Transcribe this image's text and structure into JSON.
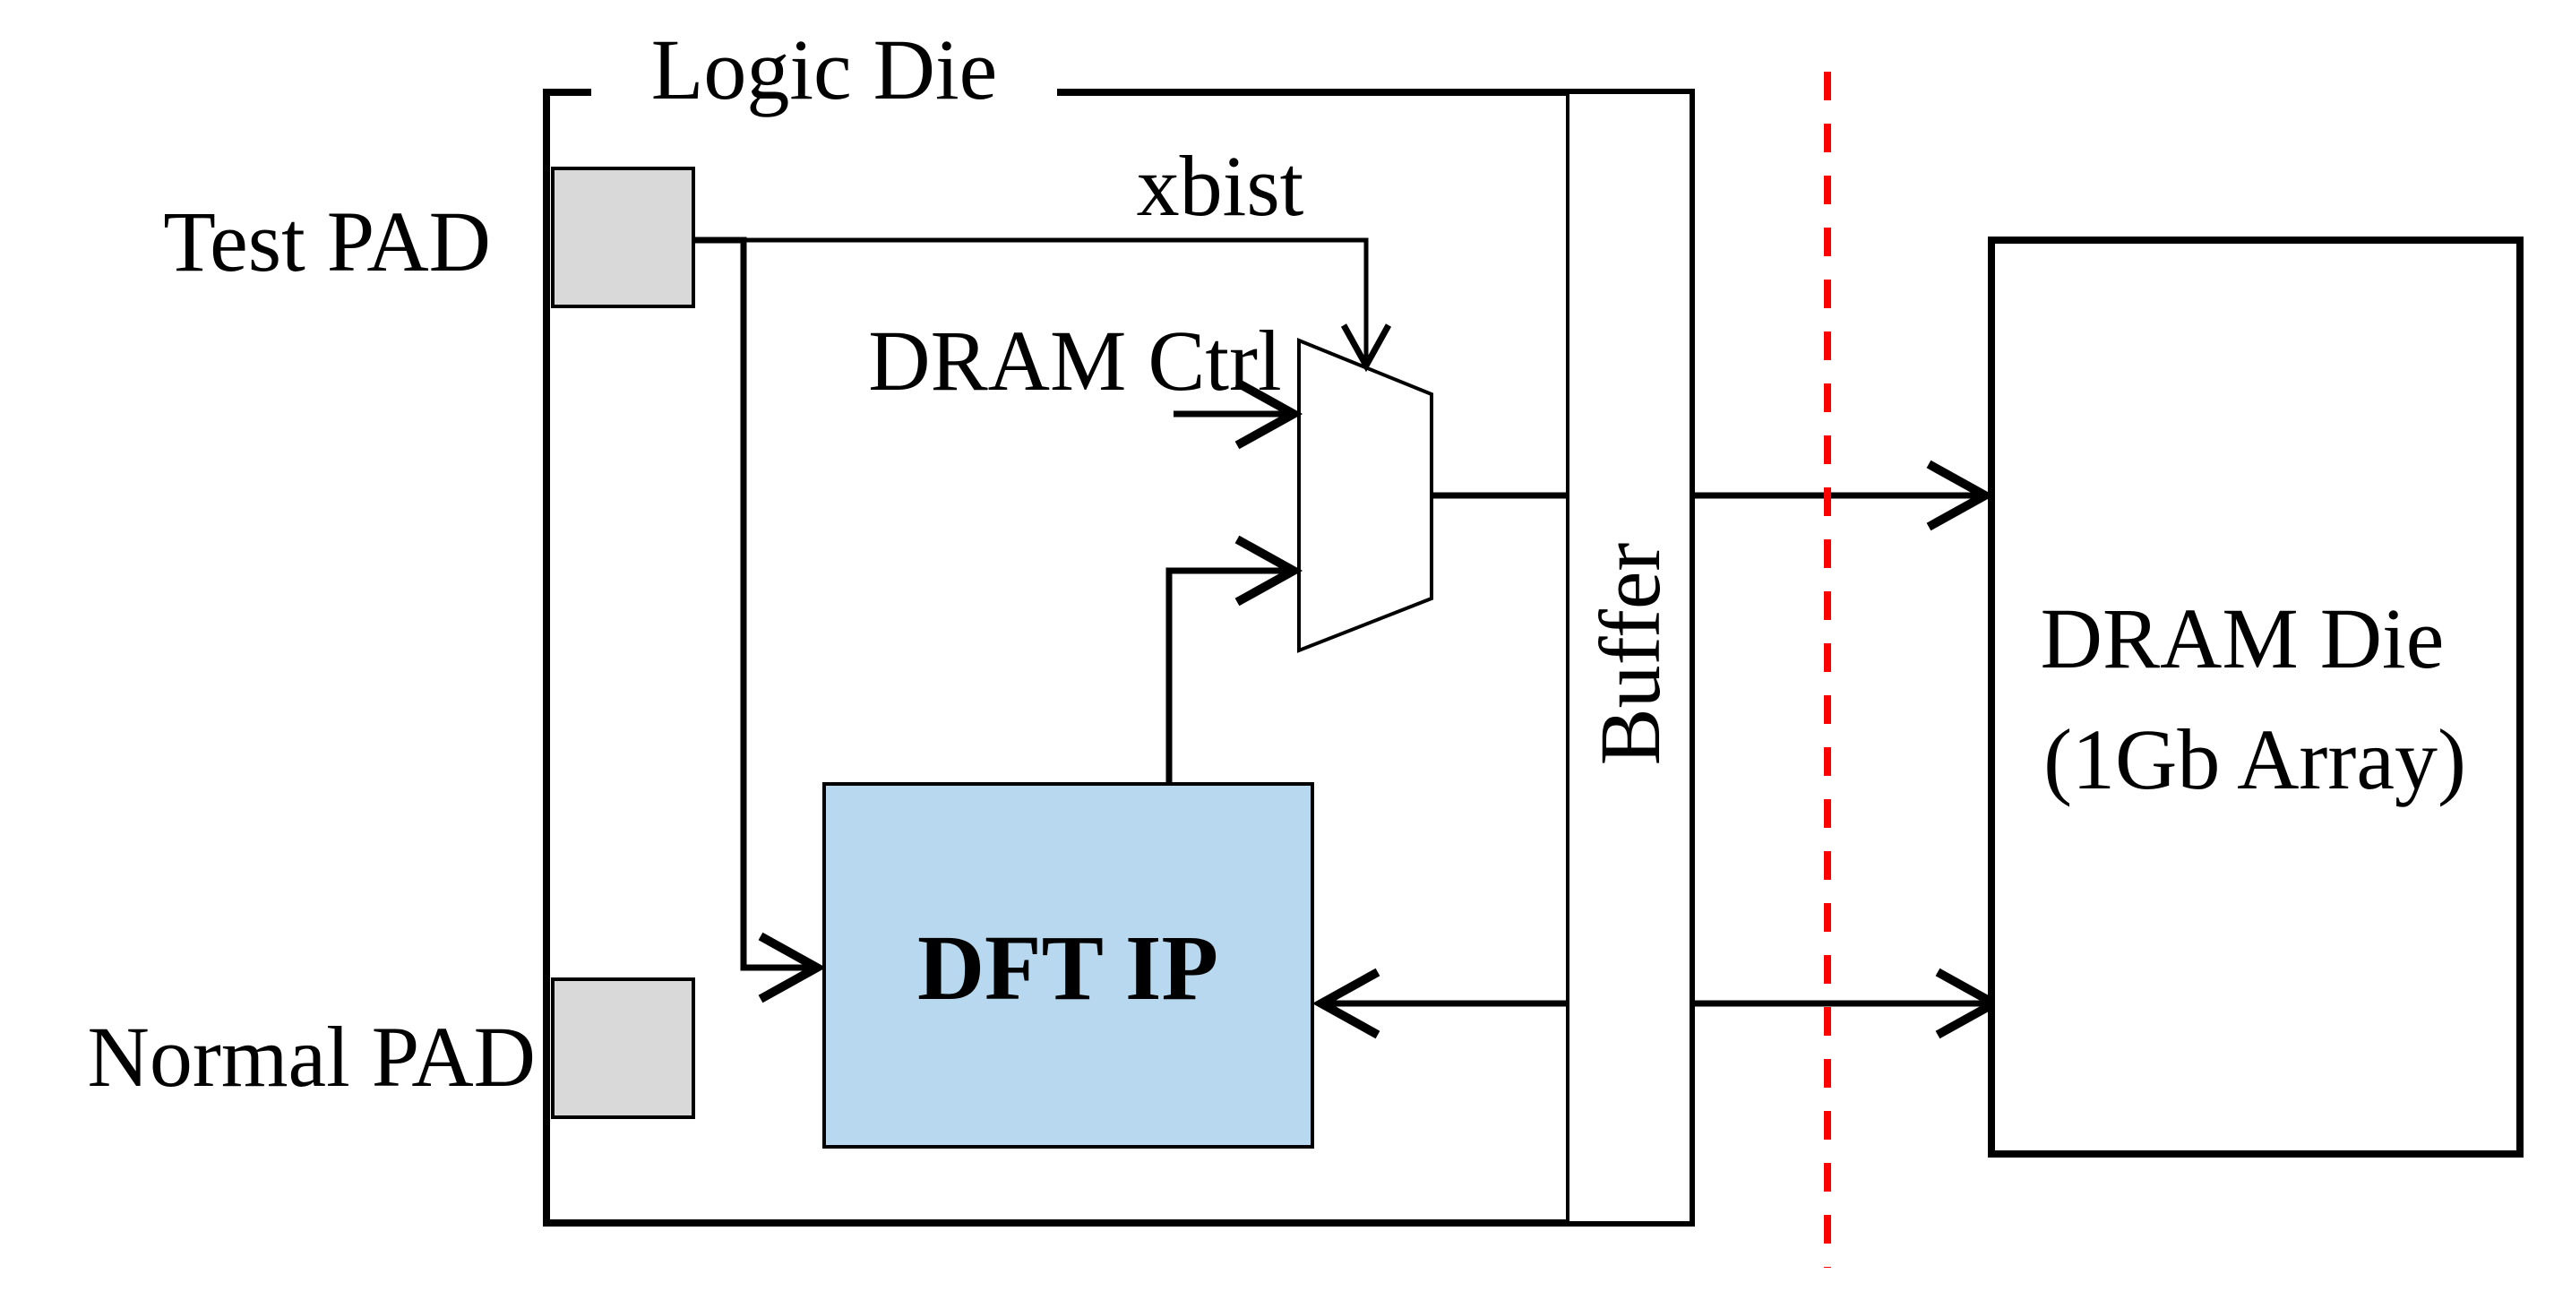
{
  "logic_die": {
    "title": "Logic Die",
    "test_pad_label": "Test PAD",
    "normal_pad_label": "Normal PAD",
    "xbist_label": "xbist",
    "dram_ctrl_label": "DRAM Ctrl",
    "dft_ip_label": "DFT IP",
    "buffer_label": "Buffer"
  },
  "dram_die": {
    "title_line1": "DRAM Die",
    "title_line2": "(1Gb Array)"
  },
  "colors": {
    "pad_fill": "#d9d9d9",
    "dft_fill": "#b7d8ee",
    "die_boundary": "#ff0000",
    "line": "#000000"
  }
}
